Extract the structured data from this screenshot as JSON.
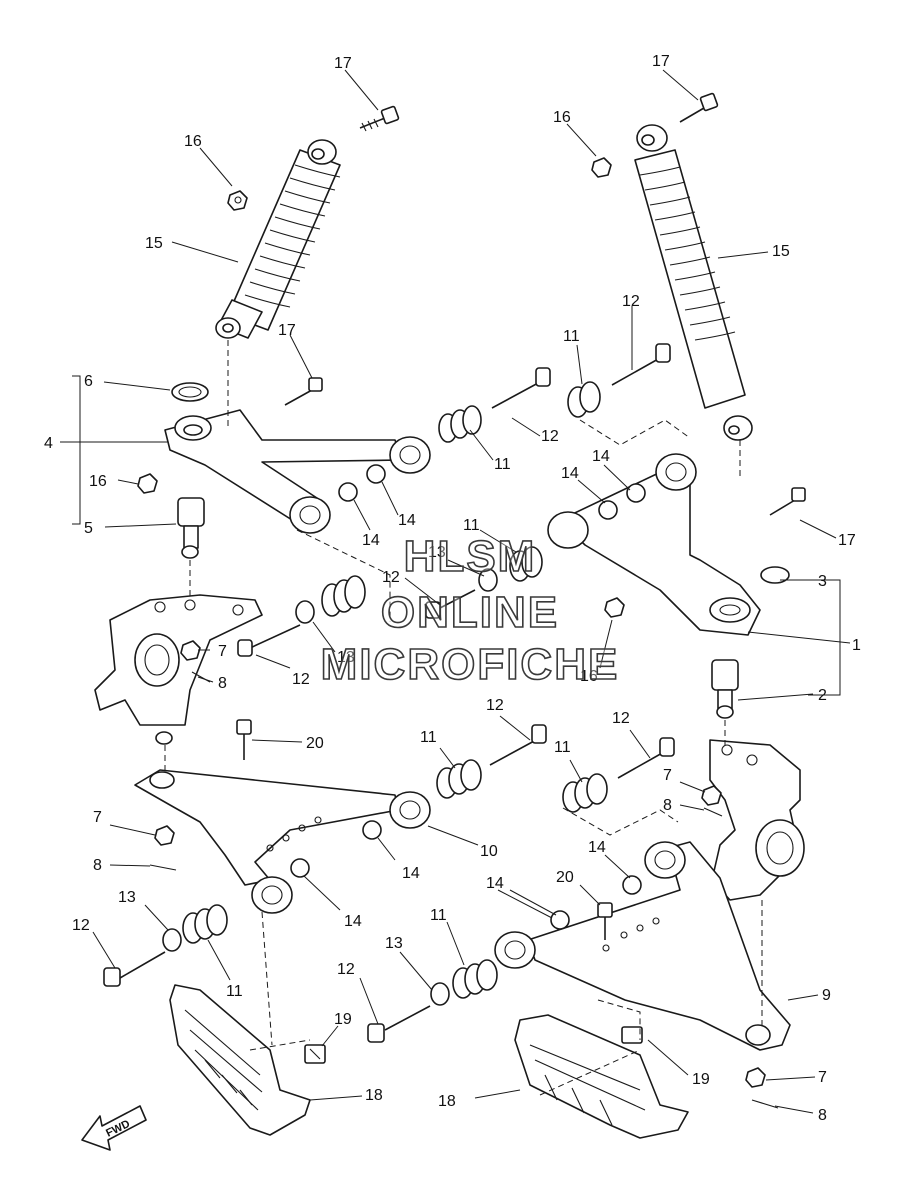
{
  "watermark": {
    "line1": "HLSM",
    "line2": "ONLINE",
    "line3": "MICROFICHE"
  },
  "fwd_label": "FWD",
  "callouts": {
    "c17a": "17",
    "c16a": "16",
    "c15a": "15",
    "c17b": "17",
    "c16b": "16",
    "c15b": "15",
    "c17c": "17",
    "c6": "6",
    "c4": "4",
    "c16c": "16",
    "c5": "5",
    "c11a": "11",
    "c12a": "12",
    "c12b": "12",
    "c11b": "11",
    "c14a": "14",
    "c14b": "14",
    "c14c": "14",
    "c14d": "14",
    "c17d": "17",
    "c11c": "11",
    "c13a": "13",
    "c12c": "12",
    "c3": "3",
    "c1": "1",
    "c2": "2",
    "c16d": "16",
    "c13b": "13",
    "c7a": "7",
    "c8a": "8",
    "c12d": "12",
    "c20a": "20",
    "c12e": "12",
    "c11d": "11",
    "c12f": "12",
    "c11e": "11",
    "c7b": "7",
    "c8b": "8",
    "c7c": "7",
    "c8c": "8",
    "c10": "10",
    "c14e": "14",
    "c14f": "14",
    "c14g": "14",
    "c20b": "20",
    "c13c": "13",
    "c12g": "12",
    "c11f": "11",
    "c14h": "14",
    "c13d": "13",
    "c11g": "11",
    "c12h": "12",
    "c19a": "19",
    "c9": "9",
    "c18a": "18",
    "c18b": "18",
    "c19b": "19",
    "c7d": "7",
    "c8d": "8"
  }
}
